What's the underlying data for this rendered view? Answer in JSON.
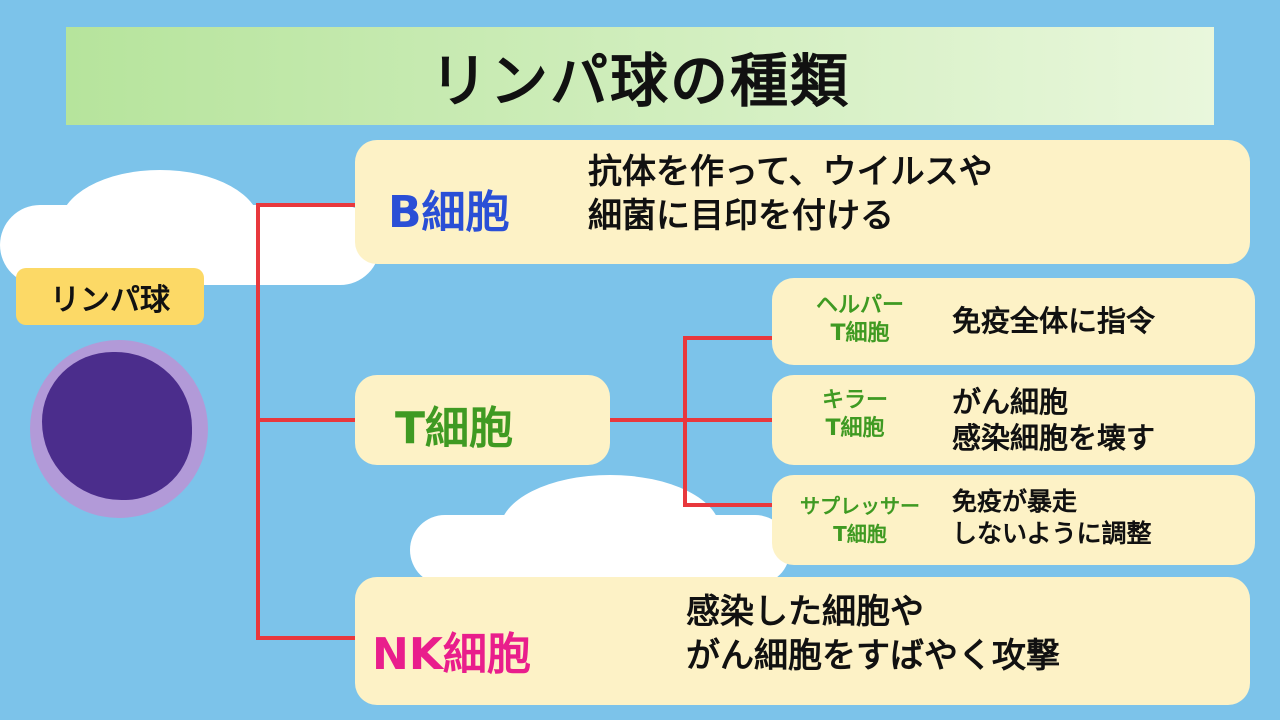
{
  "title": "リンパ球の種類",
  "root_label": "リンパ球",
  "colors": {
    "b": "#2a4fd6",
    "t": "#3f9a22",
    "nk": "#e91e8c",
    "line": "#e8383d"
  },
  "b_cell": {
    "name": "B細胞",
    "desc": [
      "抗体を作って、ウイルスや",
      "細菌に目印を付ける"
    ]
  },
  "t_cell": {
    "name": "T細胞"
  },
  "helper": {
    "name": [
      "ヘルパー",
      "T細胞"
    ],
    "desc": [
      "免疫全体に指令"
    ]
  },
  "killer": {
    "name": [
      "キラー",
      "T細胞"
    ],
    "desc": [
      "がん細胞",
      "感染細胞を壊す"
    ]
  },
  "suppressor": {
    "name": [
      "サプレッサー",
      "T細胞"
    ],
    "desc": [
      "免疫が暴走",
      "しないように調整"
    ]
  },
  "nk_cell": {
    "name": "NK細胞",
    "desc": [
      "感染した細胞や",
      "がん細胞をすばやく攻撃"
    ]
  }
}
